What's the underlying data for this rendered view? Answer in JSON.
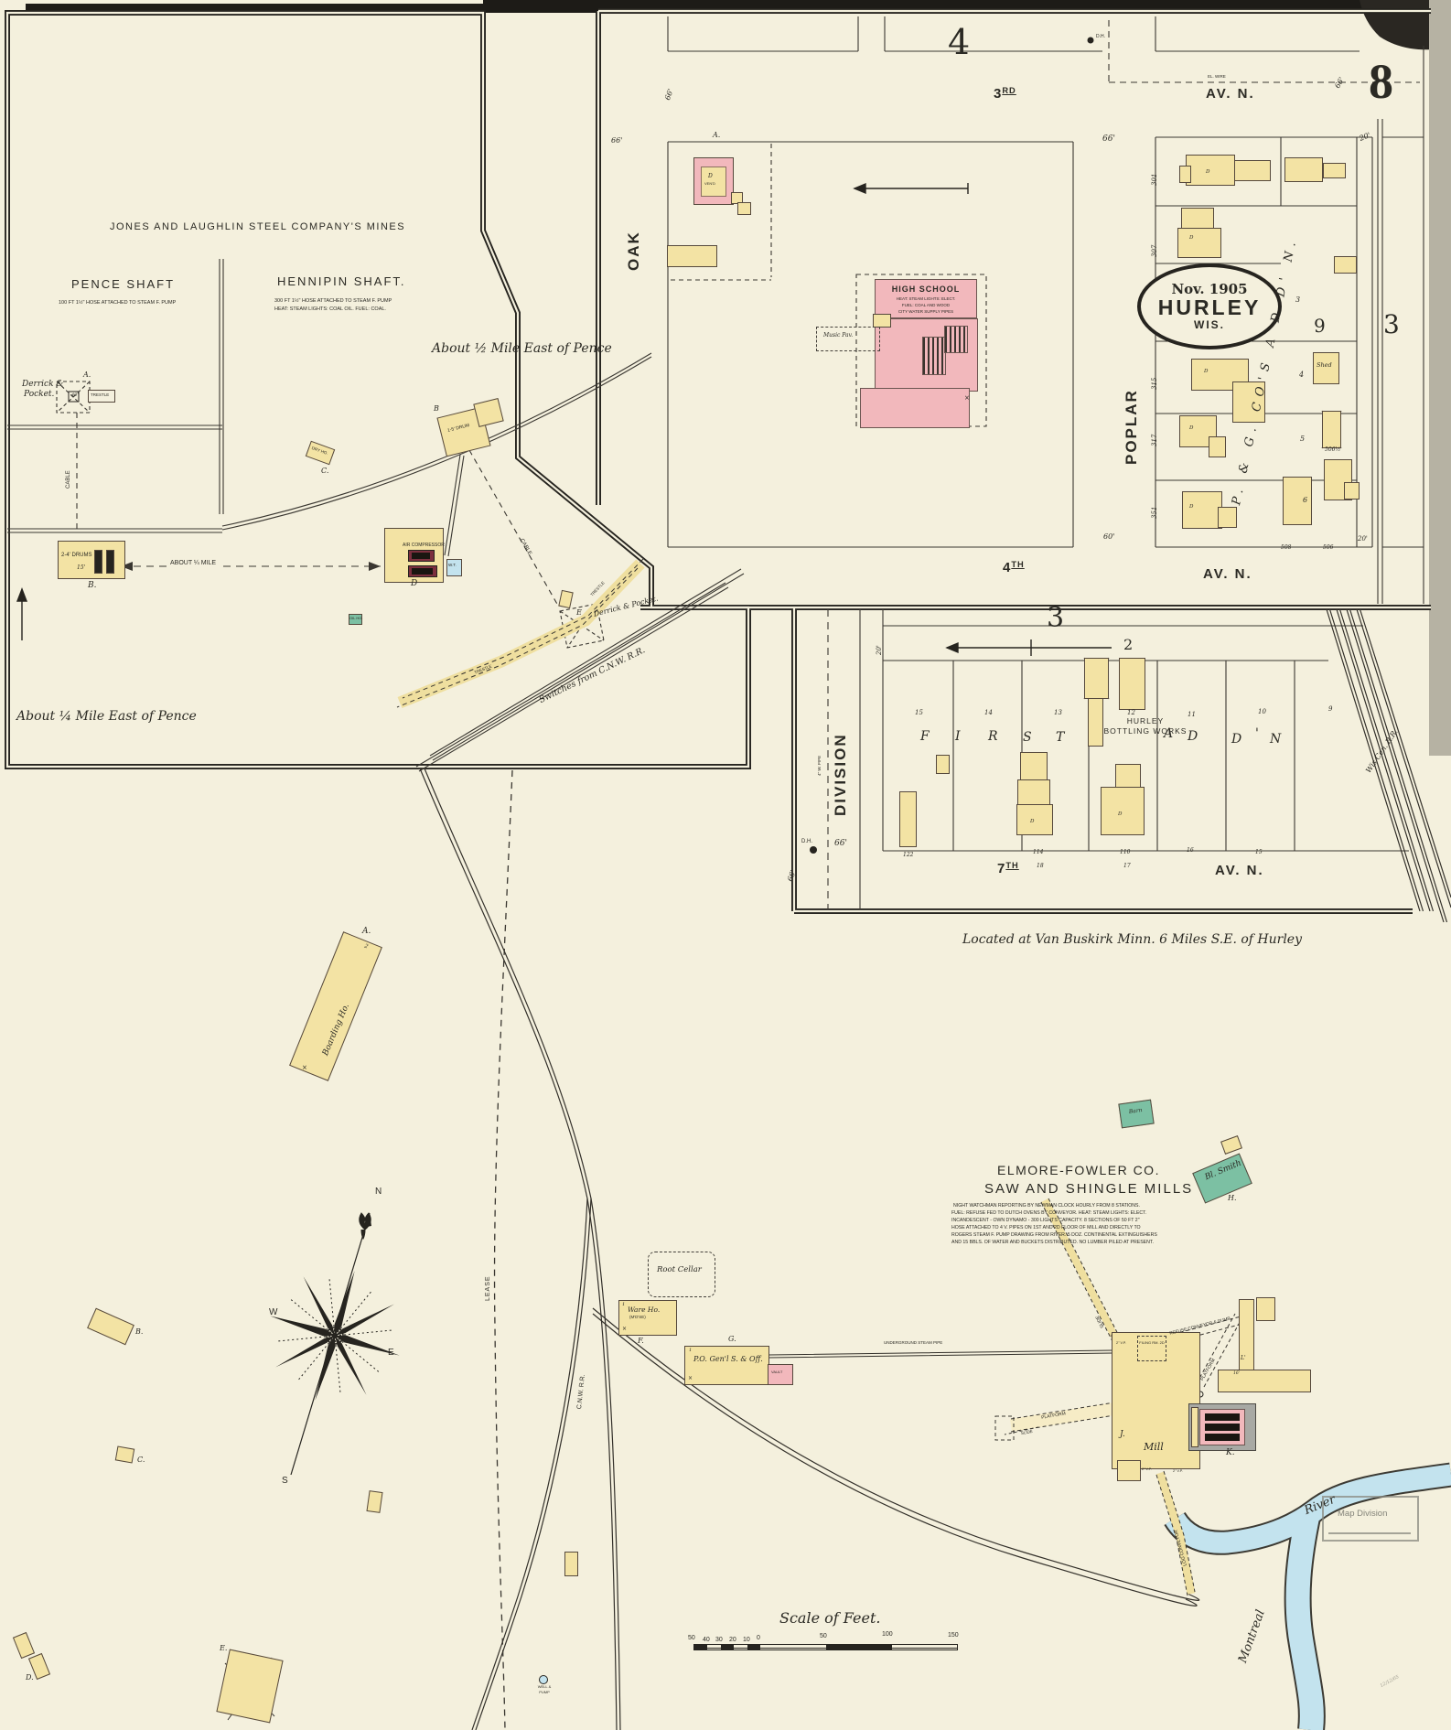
{
  "colors": {
    "paper": "#f4f0dd",
    "ink": "#2b2a24",
    "frame_yellow": "#f3e3a4",
    "brick_pink": "#f2b8bc",
    "special_green": "#7cc0a3",
    "water_blue": "#c3e3ee",
    "boiler_maroon": "#7c2f3e",
    "page_edge": "#b6b2a3"
  },
  "sheet": {
    "number": "8"
  },
  "oval": {
    "date": "Nov. 1905",
    "city": "HURLEY",
    "state": "WIS."
  },
  "blocks": {
    "four": "4",
    "three": "3",
    "two": "2",
    "nine": "9"
  },
  "streets": {
    "third_num": "3",
    "third_suf": "RD",
    "fourth_num": "4",
    "fourth_suf": "TH",
    "seventh_num": "7",
    "seventh_suf": "TH",
    "av_n": "AV. N.",
    "oak": "OAK",
    "poplar": "POPLAR",
    "division": "DIVISION",
    "pipe_note": "4\" W. PIPE",
    "el_wire": "EL. WIRE",
    "wis_cen": "Wis Cen. R.R.",
    "cnw": "C.N.W. R.R.",
    "lease": "LEASE"
  },
  "dims": {
    "d66": "66'",
    "d20": "20'",
    "d60": "60'",
    "d15": "15'",
    "d40": "40'",
    "d16": "16'"
  },
  "misc": {
    "dh": "D.H.",
    "well1": "WELL &",
    "well2": "PUMP",
    "map_stamp": "Map Division",
    "date_scrawl": "12/12/05"
  },
  "marks": {
    "one": "1",
    "one_half": "1½",
    "two": "2",
    "x": "×",
    "shed": "Shed",
    "n506h": "506½",
    "n508": "508",
    "n506": "506"
  },
  "letters": {
    "a": "A.",
    "b": "B.",
    "c": "C.",
    "d": "D.",
    "e": "E.",
    "f": "F.",
    "g": "G.",
    "h": "H.",
    "j": "J.",
    "k": "K.",
    "d_plain": "D",
    "b_plain": "B",
    "e_plain": "E",
    "l": "L'"
  },
  "mines": {
    "title": "JONES AND LAUGHLIN STEEL COMPANY'S MINES",
    "pence_name": "PENCE SHAFT",
    "pence_note": "100 FT 1½\" HOSE ATTACHED TO STEAM F. PUMP",
    "hennipin_name": "HENNIPIN SHAFT.",
    "hennipin_note1": "300 FT 1½\" HOSE ATTACHED TO STEAM F. PUMP",
    "hennipin_note2": "HEAT: STEAM   LIGHTS: COAL OIL.   FUEL: COAL.",
    "half_mile": "About ½ Mile East of Pence",
    "quarter_mile": "About ¼ Mile East of Pence",
    "about_quarter": "ABOUT ¼ MILE",
    "derrick_w1": "Derrick &",
    "derrick_w2": "Pocket.",
    "derrick_e": "Derrick & Pocket.",
    "trestle_box": "TRESTLE",
    "trestle": "TRESTLE",
    "cable": "CABLE",
    "drums": "2-4' DRUMS",
    "drum5": "1-5' DRUM",
    "dry_ho": "DRY HO.",
    "air_comp": "AIR COMPRESSOR",
    "wt": "W.T.",
    "oil": "OIL HO.",
    "switches": "Switches from C.N.W. R.R."
  },
  "school": {
    "name": "HIGH SCHOOL",
    "note1": "HEAT: STEAM   LIGHTS: ELECT.",
    "note2": "FUEL: COAL AND WOOD",
    "note3": "CITY WATER SUPPLY PIPES",
    "music": "Music Pav.",
    "vend": "VEN'D"
  },
  "pg": {
    "addn": "P. & G. CO'S   A D D' N.",
    "lot301": "301",
    "lot307": "307",
    "lot315": "315",
    "lot317": "317",
    "lot351": "351",
    "lot3": "3",
    "lot4": "4",
    "lot5": "5",
    "lot6": "6"
  },
  "first": {
    "letters": [
      "F",
      "I",
      "R",
      "S",
      "T"
    ],
    "addn": [
      "A",
      "D",
      "D",
      "'",
      "N"
    ],
    "lots": [
      "15",
      "14",
      "13",
      "12",
      "11",
      "10",
      "9"
    ],
    "bottling1": "HURLEY",
    "bottling2": "BOTTLING WORKS",
    "a122": "122",
    "a114": "114",
    "a18": "18",
    "a110": "110",
    "a17": "17",
    "a16": "16",
    "a15": "15"
  },
  "lower": {
    "located": "Located at Van Buskirk Minn.    6 Miles S.E. of Hurley",
    "title1": "ELMORE-FOWLER CO.",
    "title2": "SAW AND SHINGLE MILLS",
    "note1": "NIGHT WATCHMAN REPORTING BY NEWMAN CLOCK HOURLY FROM 8 STATIONS.",
    "note2": "FUEL: REFUSE FED TO DUTCH OVENS BY CONVEYOR.   HEAT: STEAM   LIGHTS: ELECT.",
    "note3": "INCANDESCENT - OWN DYNAMO - 300 LIGHTS CAPACITY.   8 SECTIONS OF 50 FT 2\"",
    "note4": "HOSE ATTACHED TO 4 V. PIPES ON 1ST AND 2D FLOOR OF MILL AND DIRECTLY TO",
    "note5": "ROGERS STEAM F. PUMP DRAWING FROM RIVER.   5 DOZ. CONTINENTAL EXTINGUISHERS",
    "note6": "AND 15 BBLS. OF WATER AND BUCKETS DISTRIBUTED.   NO LUMBER PILED AT PRESENT.",
    "boarding": "Boarding Ho.",
    "root_cellar": "Root Cellar",
    "ware_ho": "Ware Ho.",
    "ware_sub": "(M'D'SE)",
    "store": "P.O. Gen'l S. & Off.",
    "vault": "VAULT",
    "steam_pipe": "UNDERGROUND STEAM PIPE",
    "barn": "Barn",
    "smith": "Bl. Smith",
    "mill_name": "Mill",
    "filing": "FILING RM. 2D",
    "refuse": "REFUSE CONVEYOR & DUMP",
    "platform": "PLATFORM",
    "slide": "SLIDE",
    "log_conveyor": "LOG CONVEYOR",
    "vp": "2\" V.P.",
    "river1": "Montreal",
    "river2": "River"
  },
  "scale": {
    "title": "Scale of Feet.",
    "t50a": "50",
    "t40": "40",
    "t30": "30",
    "t20": "20",
    "t10": "10",
    "t0": "0",
    "t50b": "50",
    "t100": "100",
    "t150": "150"
  },
  "compass": {
    "n": "N",
    "w": "W",
    "e": "E",
    "s": "S"
  }
}
